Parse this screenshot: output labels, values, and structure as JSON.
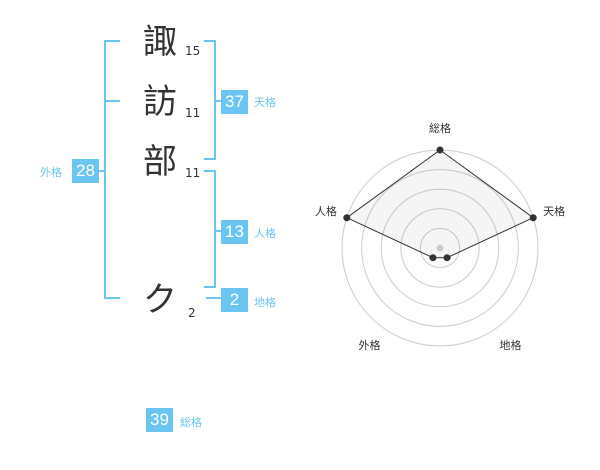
{
  "characters": [
    {
      "char": "諏",
      "strokes": "15"
    },
    {
      "char": "訪",
      "strokes": "11"
    },
    {
      "char": "部",
      "strokes": "11"
    },
    {
      "char": "ク",
      "strokes": "2"
    }
  ],
  "scores": {
    "tenkaku": {
      "value": "37",
      "label": "天格"
    },
    "jinkaku": {
      "value": "13",
      "label": "人格"
    },
    "chikaku": {
      "value": "2",
      "label": "地格"
    },
    "gaikaku": {
      "value": "28",
      "label": "外格"
    },
    "soukaku": {
      "value": "39",
      "label": "総格"
    }
  },
  "colors": {
    "accent": "#6cc4f0",
    "text": "#333333",
    "grid": "#cccccc"
  },
  "chart_data": {
    "type": "radar",
    "axes": [
      "総格",
      "天格",
      "地格",
      "外格",
      "人格"
    ],
    "values": [
      4,
      4,
      1,
      1,
      4
    ],
    "max": 4,
    "rings": 5
  }
}
